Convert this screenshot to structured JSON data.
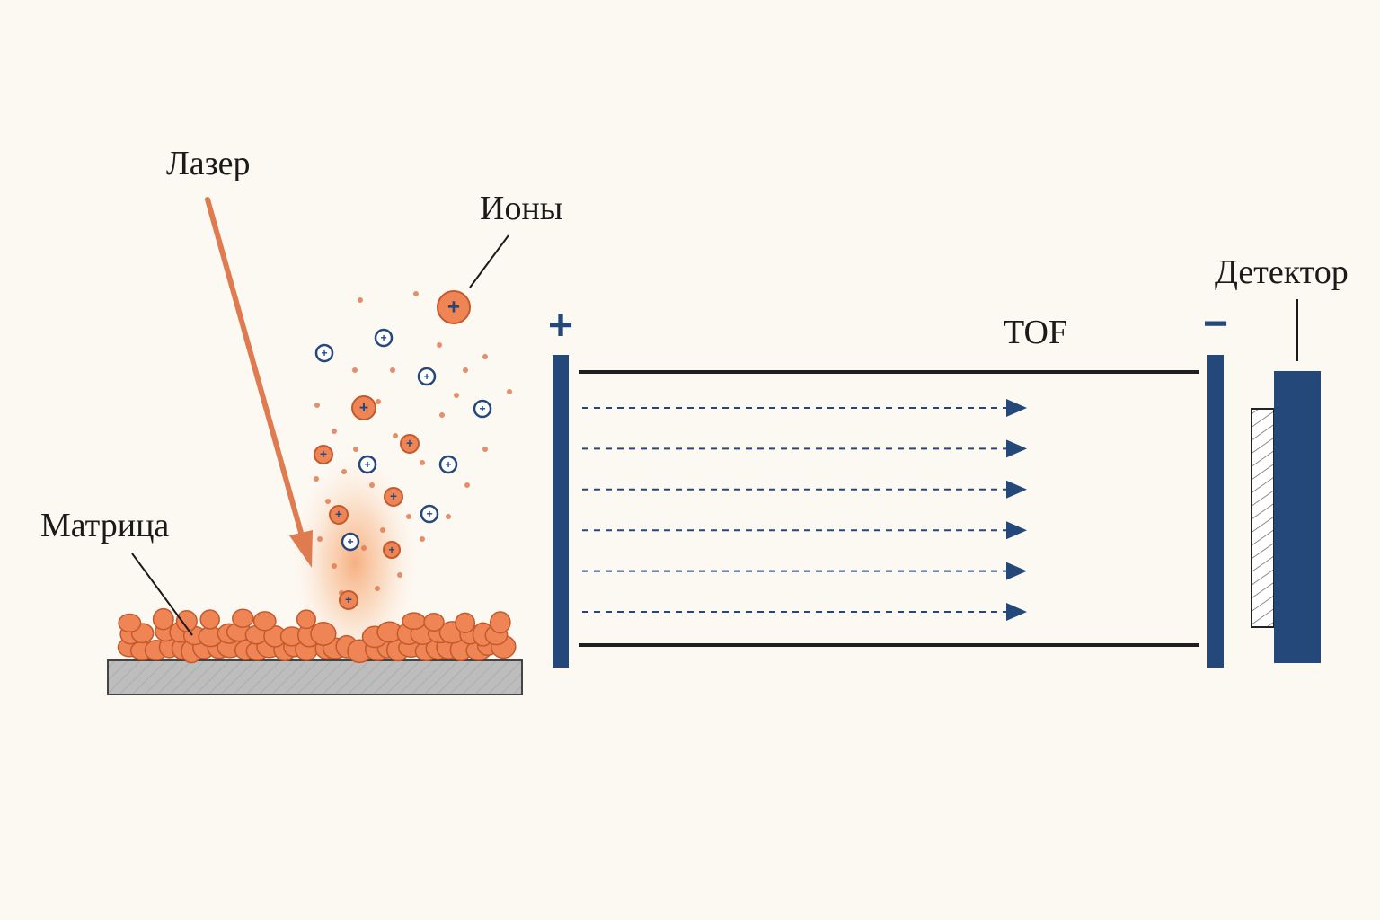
{
  "labels": {
    "laser": "Лазер",
    "ions": "Ионы",
    "matrix": "Матрица",
    "tof": "TOF",
    "detector": "Детектор"
  },
  "electrodes": {
    "positive_sign": "+",
    "negative_sign": "−"
  },
  "colors": {
    "background": "#fcf9f3",
    "laser_orange": "#e07b4f",
    "electrode_blue": "#24487a",
    "text": "#1a1a1a",
    "substrate_grey": "#bdbdbd"
  },
  "ion_sign": "+",
  "flight_arrows_count": 6
}
